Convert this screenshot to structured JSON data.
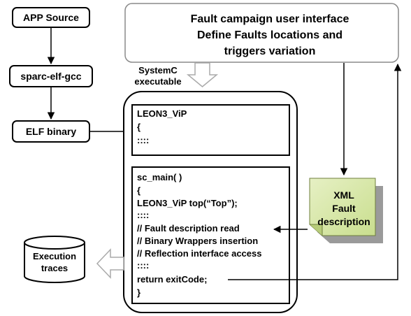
{
  "boxes": {
    "app_source": "APP Source",
    "compiler": "sparc-elf-gcc",
    "elf_binary": "ELF binary",
    "ui_line1": "Fault campaign user interface",
    "ui_line2": "Define Faults locations and",
    "ui_line3": "triggers variation",
    "systemc_line1": "SystemC",
    "systemc_line2": "executable",
    "execution_line1": "Execution",
    "execution_line2": "traces",
    "xml_line1": "XML",
    "xml_line2": "Fault",
    "xml_line3": "description"
  },
  "leon_box": {
    "line1": "LEON3_ViP",
    "line2": "{",
    "line3": "::::"
  },
  "main_box": {
    "line1": "sc_main( )",
    "line2": "{",
    "line3": "LEON3_ViP  top(“Top”);",
    "line4": "::::",
    "line5": "// Fault description read",
    "line6": "// Binary Wrappers insertion",
    "line7": "// Reflection interface access",
    "line8": "::::",
    "line9": "return exitCode;",
    "line10": "}"
  },
  "colors": {
    "xml_note_fill": "#d6e7a8",
    "shadow": "#9a9a9a",
    "ui_border": "#8a8a8a",
    "hollow_arrow": "#aaaaaa"
  }
}
